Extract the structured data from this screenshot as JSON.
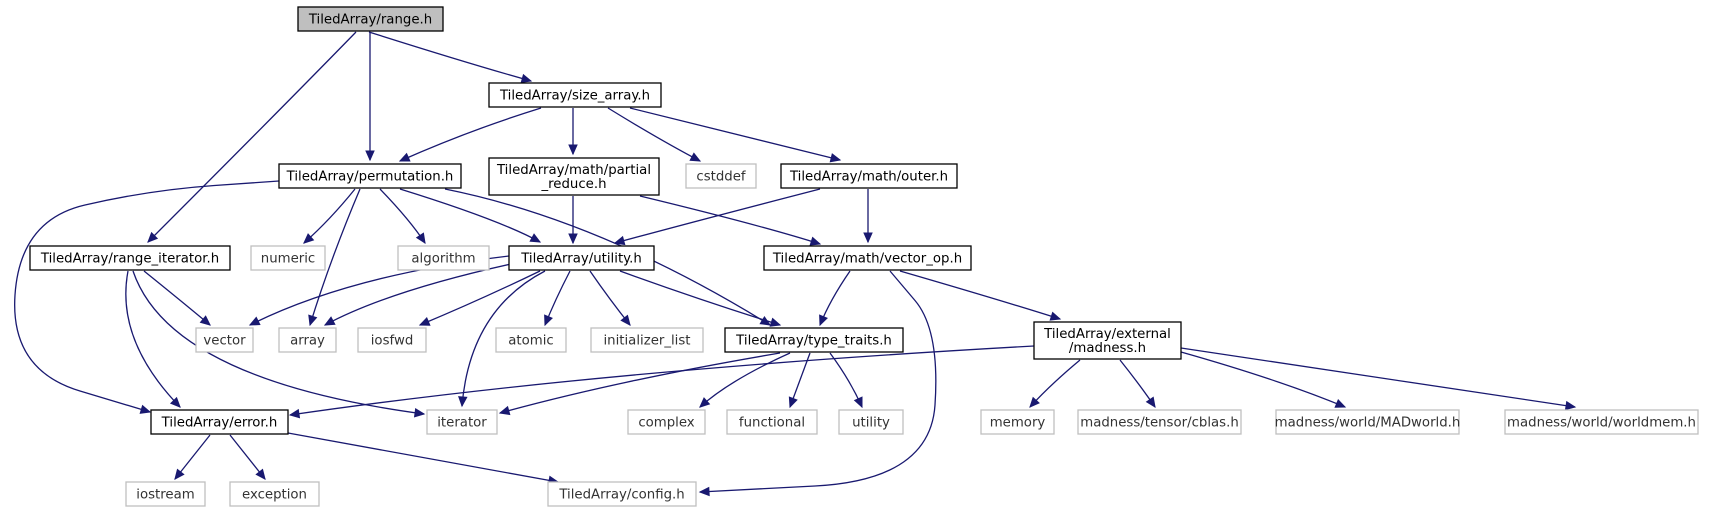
{
  "diagram": {
    "nodes": [
      {
        "id": "range",
        "lines": [
          "TiledArray/range.h"
        ],
        "kind": "focus"
      },
      {
        "id": "size_array",
        "lines": [
          "TiledArray/size_array.h"
        ],
        "kind": "int"
      },
      {
        "id": "permutation",
        "lines": [
          "TiledArray/permutation.h"
        ],
        "kind": "int"
      },
      {
        "id": "partial_reduce",
        "lines": [
          "TiledArray/math/partial",
          "_reduce.h"
        ],
        "kind": "int"
      },
      {
        "id": "cstddef",
        "lines": [
          "cstddef"
        ],
        "kind": "ext"
      },
      {
        "id": "outer",
        "lines": [
          "TiledArray/math/outer.h"
        ],
        "kind": "int"
      },
      {
        "id": "range_iterator",
        "lines": [
          "TiledArray/range_iterator.h"
        ],
        "kind": "int"
      },
      {
        "id": "numeric",
        "lines": [
          "numeric"
        ],
        "kind": "ext"
      },
      {
        "id": "algorithm",
        "lines": [
          "algorithm"
        ],
        "kind": "ext"
      },
      {
        "id": "utility_h",
        "lines": [
          "TiledArray/utility.h"
        ],
        "kind": "int"
      },
      {
        "id": "vector_op",
        "lines": [
          "TiledArray/math/vector_op.h"
        ],
        "kind": "int"
      },
      {
        "id": "vector",
        "lines": [
          "vector"
        ],
        "kind": "ext"
      },
      {
        "id": "array",
        "lines": [
          "array"
        ],
        "kind": "ext"
      },
      {
        "id": "iosfwd",
        "lines": [
          "iosfwd"
        ],
        "kind": "ext"
      },
      {
        "id": "atomic",
        "lines": [
          "atomic"
        ],
        "kind": "ext"
      },
      {
        "id": "initializer_list",
        "lines": [
          "initializer_list"
        ],
        "kind": "ext"
      },
      {
        "id": "type_traits",
        "lines": [
          "TiledArray/type_traits.h"
        ],
        "kind": "int"
      },
      {
        "id": "madness_h",
        "lines": [
          "TiledArray/external",
          "/madness.h"
        ],
        "kind": "int"
      },
      {
        "id": "error",
        "lines": [
          "TiledArray/error.h"
        ],
        "kind": "int"
      },
      {
        "id": "iterator",
        "lines": [
          "iterator"
        ],
        "kind": "ext"
      },
      {
        "id": "complex",
        "lines": [
          "complex"
        ],
        "kind": "ext"
      },
      {
        "id": "functional",
        "lines": [
          "functional"
        ],
        "kind": "ext"
      },
      {
        "id": "utility",
        "lines": [
          "utility"
        ],
        "kind": "ext"
      },
      {
        "id": "memory",
        "lines": [
          "memory"
        ],
        "kind": "ext"
      },
      {
        "id": "cblas",
        "lines": [
          "madness/tensor/cblas.h"
        ],
        "kind": "ext"
      },
      {
        "id": "madworld",
        "lines": [
          "madness/world/MADworld.h"
        ],
        "kind": "ext"
      },
      {
        "id": "worldmem",
        "lines": [
          "madness/world/worldmem.h"
        ],
        "kind": "ext"
      },
      {
        "id": "iostream",
        "lines": [
          "iostream"
        ],
        "kind": "ext"
      },
      {
        "id": "exception",
        "lines": [
          "exception"
        ],
        "kind": "ext"
      },
      {
        "id": "config",
        "lines": [
          "TiledArray/config.h"
        ],
        "kind": "ext"
      }
    ],
    "edges": [
      {
        "from": "range",
        "to": "size_array"
      },
      {
        "from": "range",
        "to": "permutation"
      },
      {
        "from": "range",
        "to": "range_iterator"
      },
      {
        "from": "size_array",
        "to": "permutation"
      },
      {
        "from": "size_array",
        "to": "partial_reduce"
      },
      {
        "from": "size_array",
        "to": "cstddef"
      },
      {
        "from": "size_array",
        "to": "outer"
      },
      {
        "from": "permutation",
        "to": "error"
      },
      {
        "from": "permutation",
        "to": "numeric"
      },
      {
        "from": "permutation",
        "to": "array"
      },
      {
        "from": "permutation",
        "to": "algorithm"
      },
      {
        "from": "permutation",
        "to": "utility_h"
      },
      {
        "from": "permutation",
        "to": "type_traits"
      },
      {
        "from": "partial_reduce",
        "to": "utility_h"
      },
      {
        "from": "partial_reduce",
        "to": "vector_op"
      },
      {
        "from": "outer",
        "to": "utility_h"
      },
      {
        "from": "outer",
        "to": "vector_op"
      },
      {
        "from": "range_iterator",
        "to": "vector"
      },
      {
        "from": "range_iterator",
        "to": "error"
      },
      {
        "from": "range_iterator",
        "to": "iterator"
      },
      {
        "from": "utility_h",
        "to": "vector"
      },
      {
        "from": "utility_h",
        "to": "array"
      },
      {
        "from": "utility_h",
        "to": "iosfwd"
      },
      {
        "from": "utility_h",
        "to": "atomic"
      },
      {
        "from": "utility_h",
        "to": "initializer_list"
      },
      {
        "from": "utility_h",
        "to": "type_traits"
      },
      {
        "from": "utility_h",
        "to": "iterator"
      },
      {
        "from": "vector_op",
        "to": "type_traits"
      },
      {
        "from": "vector_op",
        "to": "madness_h"
      },
      {
        "from": "vector_op",
        "to": "config"
      },
      {
        "from": "type_traits",
        "to": "iterator"
      },
      {
        "from": "type_traits",
        "to": "complex"
      },
      {
        "from": "type_traits",
        "to": "functional"
      },
      {
        "from": "type_traits",
        "to": "utility"
      },
      {
        "from": "madness_h",
        "to": "error"
      },
      {
        "from": "madness_h",
        "to": "memory"
      },
      {
        "from": "madness_h",
        "to": "cblas"
      },
      {
        "from": "madness_h",
        "to": "madworld"
      },
      {
        "from": "madness_h",
        "to": "worldmem"
      },
      {
        "from": "error",
        "to": "iostream"
      },
      {
        "from": "error",
        "to": "exception"
      },
      {
        "from": "error",
        "to": "config"
      }
    ]
  }
}
